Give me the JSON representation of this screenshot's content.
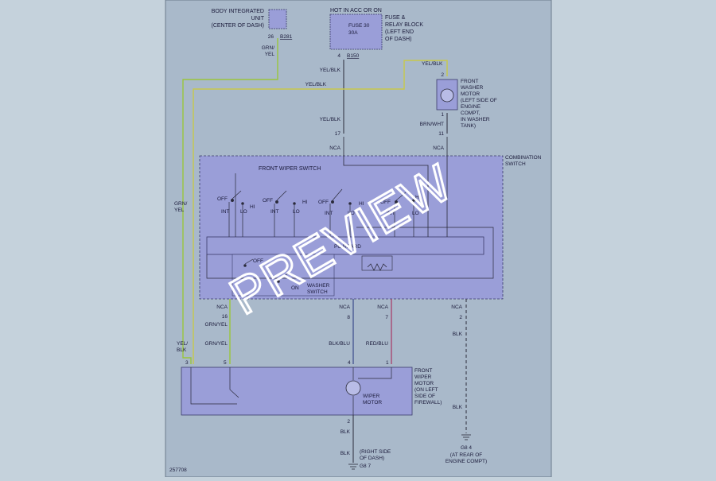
{
  "labels": {
    "biu": [
      "BODY INTEGRATED",
      "UNIT",
      "(CENTER OF DASH)"
    ],
    "fuse_top": "HOT IN ACC OR ON",
    "fuse_block": [
      "FUSE &",
      "RELAY BLOCK",
      "(LEFT END",
      "OF DASH)"
    ],
    "fuse_inside": [
      "FUSE 30",
      "30A"
    ],
    "washer": [
      "FRONT",
      "WASHER",
      "MOTOR",
      "(LEFT SIDE OF",
      "ENGINE",
      "COMPT,",
      "IN WASHER",
      "TANK)"
    ],
    "combination_switch": [
      "COMBINATION",
      "SWITCH"
    ],
    "front_wiper_switch": "FRONT WIPER SWITCH",
    "washer_switch": [
      "WASHER",
      "SWITCH"
    ],
    "wiper_motor_desc": [
      "FRONT",
      "WIPER",
      "MOTOR",
      "(ON LEFT",
      "SIDE OF",
      "FIREWALL)"
    ],
    "wiper_motor_inner": [
      "WIPER",
      "MOTOR"
    ],
    "ground_right_desc": [
      "(RIGHT SIDE",
      "OF DASH)"
    ],
    "ground_right": "G8 7",
    "ground_left": "G8 4",
    "ground_left_desc": [
      "(AT REAR OF",
      "ENGINE COMPT)"
    ],
    "diagram_id": "257708",
    "watermark": "PREVIEW"
  },
  "connectors": {
    "b281": "B281",
    "b150": "B150",
    "p26": "26",
    "p4": "4",
    "p2": "2",
    "p1": "1",
    "p17": "17",
    "p11": "11",
    "p16": "16",
    "p8": "8",
    "p7": "7",
    "p2b": "2",
    "p3": "3",
    "p5": "5",
    "p4b": "4",
    "p1b": "1",
    "p2c": "2"
  },
  "wire_colors": {
    "grn_yel": "GRN/YEL",
    "grn_slash": "GRN/",
    "yel": "YEL",
    "yel_blk": "YEL/BLK",
    "yel_slash": "YEL/",
    "blk": "BLK",
    "brn_wht": "BRN/WHT",
    "nca": "NCA",
    "blk_blu": "BLK/BLU",
    "red_blu": "RED/BLU"
  },
  "switch_positions": {
    "off": "OFF",
    "int": "INT",
    "lo": "LO",
    "hi": "HI",
    "on": "ON",
    "board": "PC BOARD"
  },
  "colors": {
    "sheet": "#a9b9ca",
    "box": "#9a9ed8",
    "box_stroke": "#3a3a6a",
    "wire_green": "#9ac53c",
    "wire_yellow": "#c8c84a",
    "wire_black": "#2a2a3a",
    "wire_blue": "#3a4a8a",
    "wire_red": "#a8406a"
  }
}
